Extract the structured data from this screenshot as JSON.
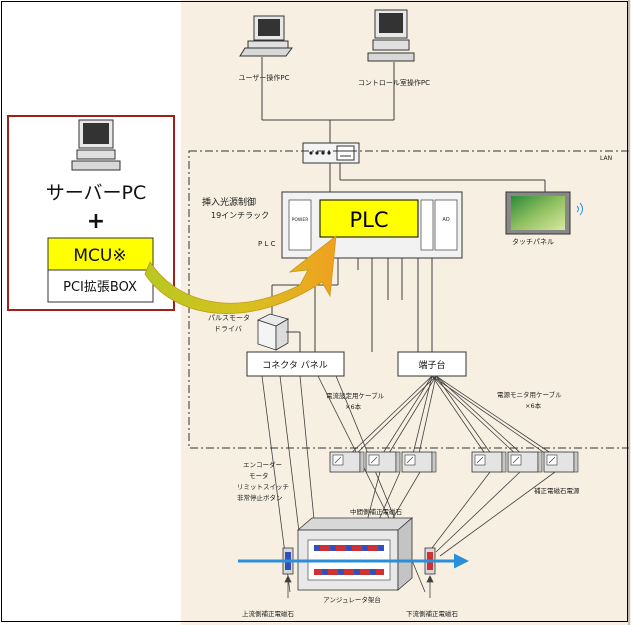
{
  "colors": {
    "background_panel": "#f7f0e2",
    "server_box_border": "#a0201c",
    "highlight_yellow": "#ffff00",
    "arrow_orange": "#f0a020",
    "arrow_green": "#b8c820",
    "beam_blue": "#2a8fd8",
    "line": "#404040",
    "magnet_stripe_red": "#d03030",
    "magnet_stripe_blue": "#3050c0"
  },
  "pcs": {
    "user_pc": "ユーザー操作PC",
    "control_pc": "コントロール室操作PC"
  },
  "lan_label": "LAN",
  "server": {
    "title": "サーバーPC",
    "plus": "+",
    "mcu": "MCU※",
    "pci_box": "PCI拡張BOX"
  },
  "rack": {
    "label_line1": "挿入光源制御",
    "label_line2": "19インチラック",
    "plc_side_label": "P L C",
    "plc": "PLC",
    "power": "POWER",
    "ao": "AO"
  },
  "touch_panel": {
    "label": "タッチパネル",
    "wireless_icon": "wireless-icon"
  },
  "pulse_driver": {
    "line1": "パルスモータ",
    "line2": "ドライバ"
  },
  "connector_panel": "コネクタ パネル",
  "terminal_block": "端子台",
  "cable_set": {
    "line1": "電流設定用ケーブル",
    "line2": "×6本"
  },
  "cable_monitor": {
    "line1": "電源モニタ用ケーブル",
    "line2": "×6本"
  },
  "encoder_list": [
    "エンコーダー",
    "モータ",
    "リミットスイッチ",
    "非常停止ボタン"
  ],
  "correction_psu": "補正電磁石電源",
  "middle_magnet": "中間側補正電磁石",
  "undulator": "アンジュレータ架台",
  "upstream_magnet": "上流側補正電磁石",
  "downstream_magnet": "下流側補正電磁石"
}
